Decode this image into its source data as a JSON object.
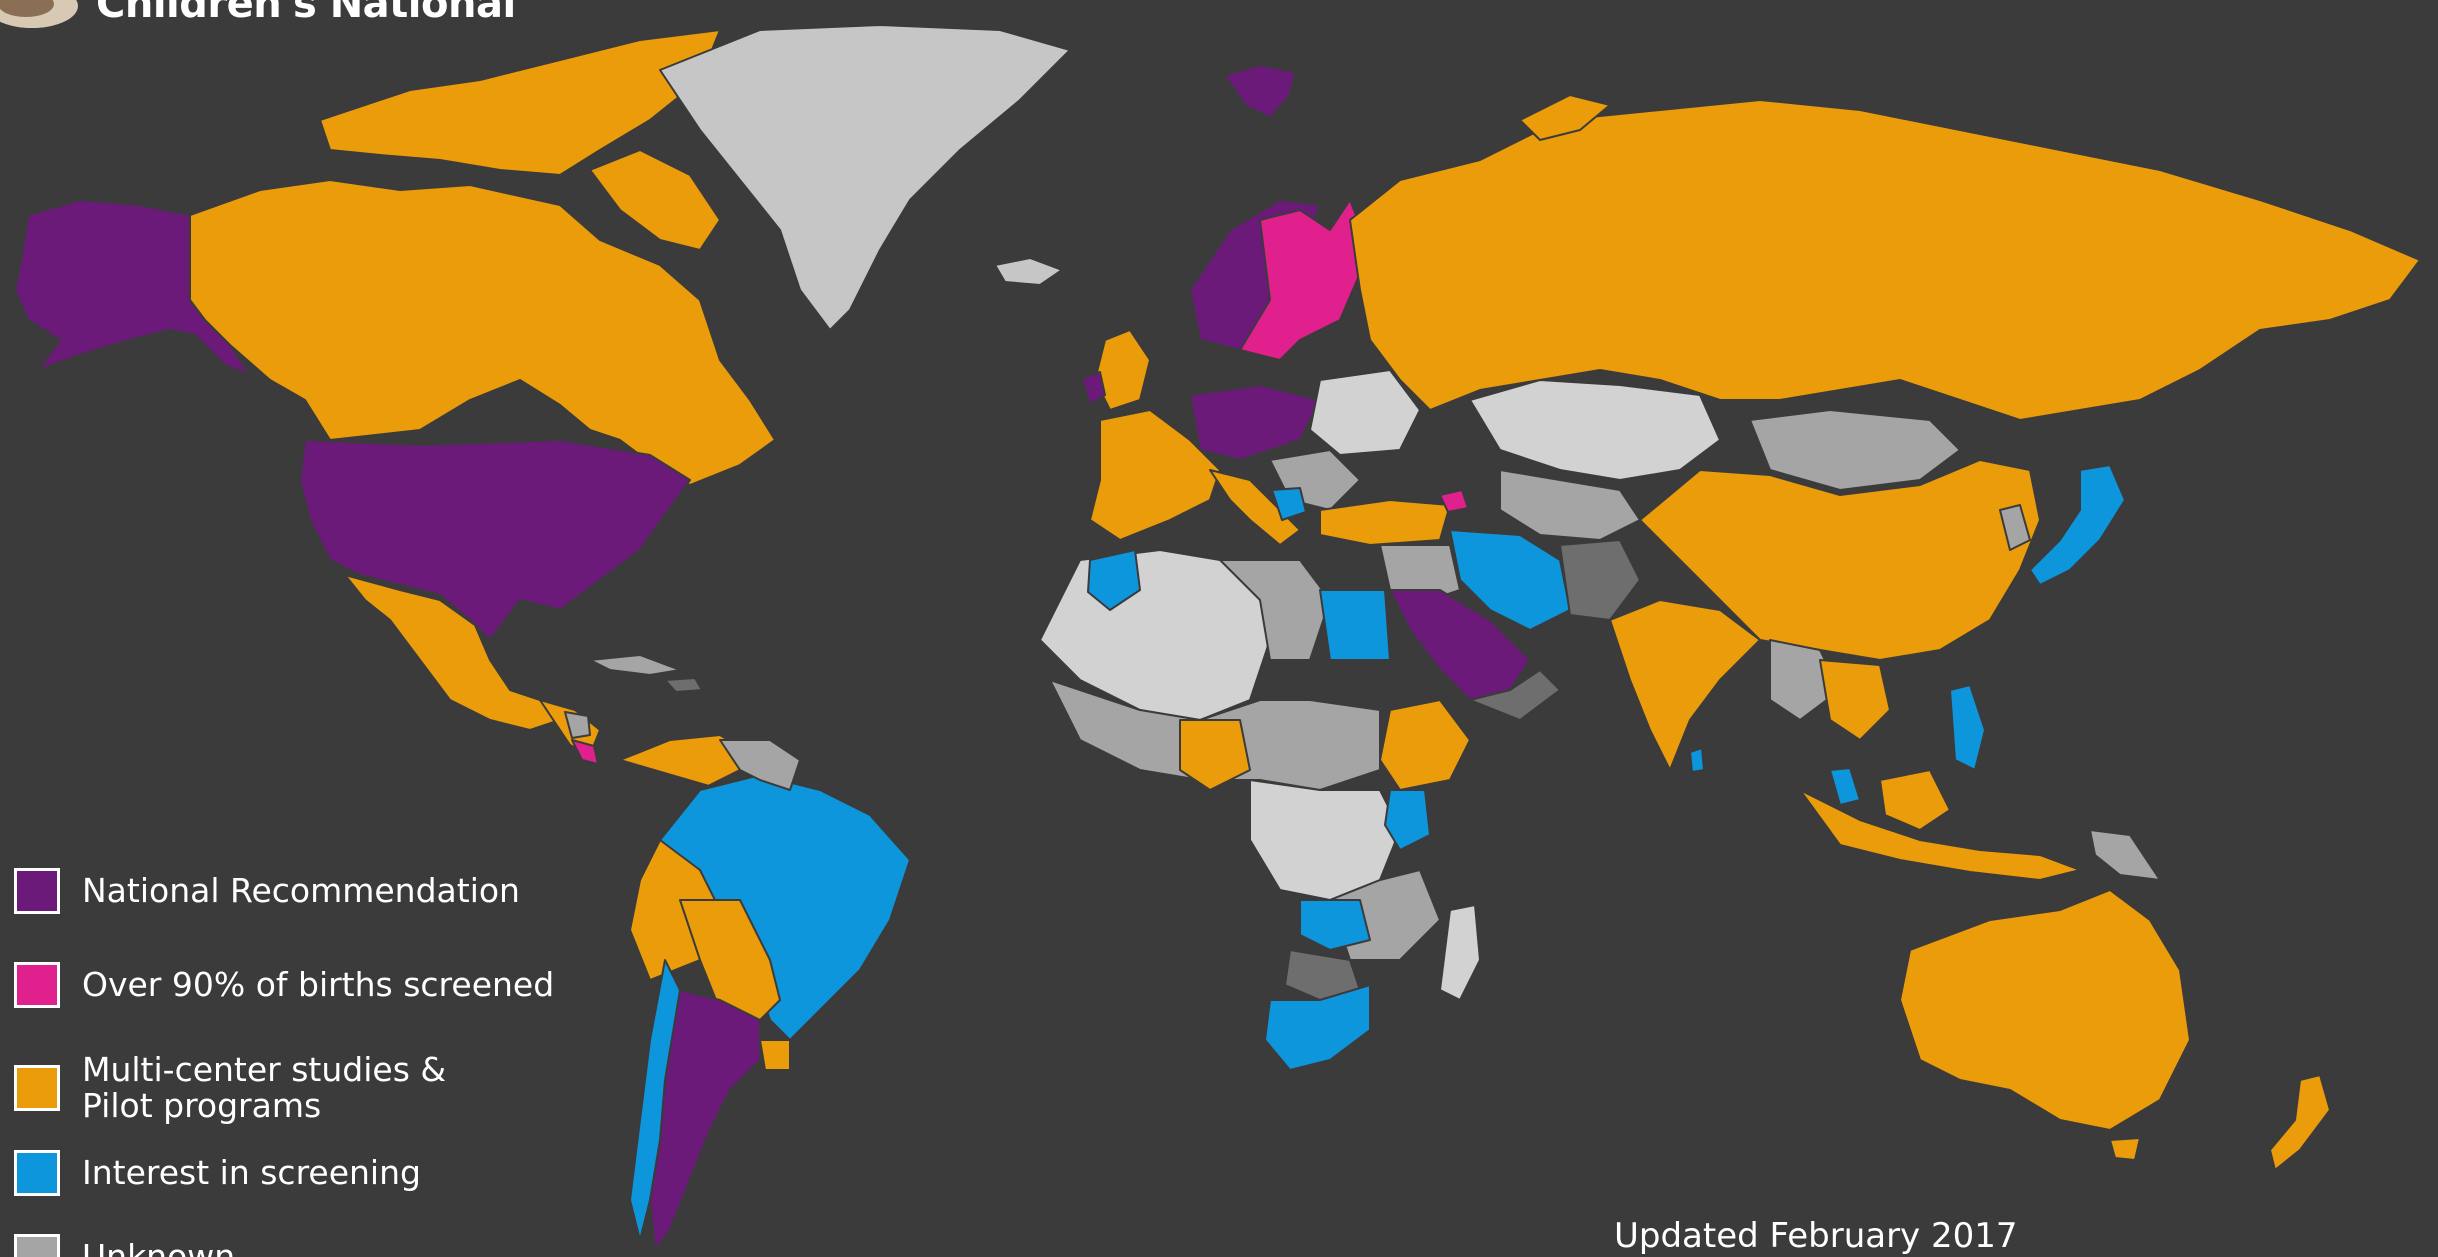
{
  "logo": {
    "brand_text": "Children's National"
  },
  "legend": {
    "items": [
      {
        "label": "National Recommendation",
        "color": "#6b1a7a"
      },
      {
        "label": "Over 90% of births screened",
        "color": "#e0208c"
      },
      {
        "label": "Multi-center studies &\nPilot programs",
        "color": "#eb9c0a"
      },
      {
        "label": "Interest in screening",
        "color": "#0d96dc"
      },
      {
        "label": "Unknown",
        "color": "#a5a5a5"
      }
    ]
  },
  "footer": {
    "updated": "Updated February 2017"
  },
  "colors": {
    "background": "#3b3b3b",
    "national_recommendation": "#6b1a7a",
    "over_90_percent": "#e0208c",
    "multi_center": "#eb9c0a",
    "interest": "#0d96dc",
    "unknown_light": "#d2d2d2",
    "unknown_mid": "#a5a5a5",
    "unknown_dark": "#6e6e6e",
    "greenland": "#c6c6c6"
  }
}
